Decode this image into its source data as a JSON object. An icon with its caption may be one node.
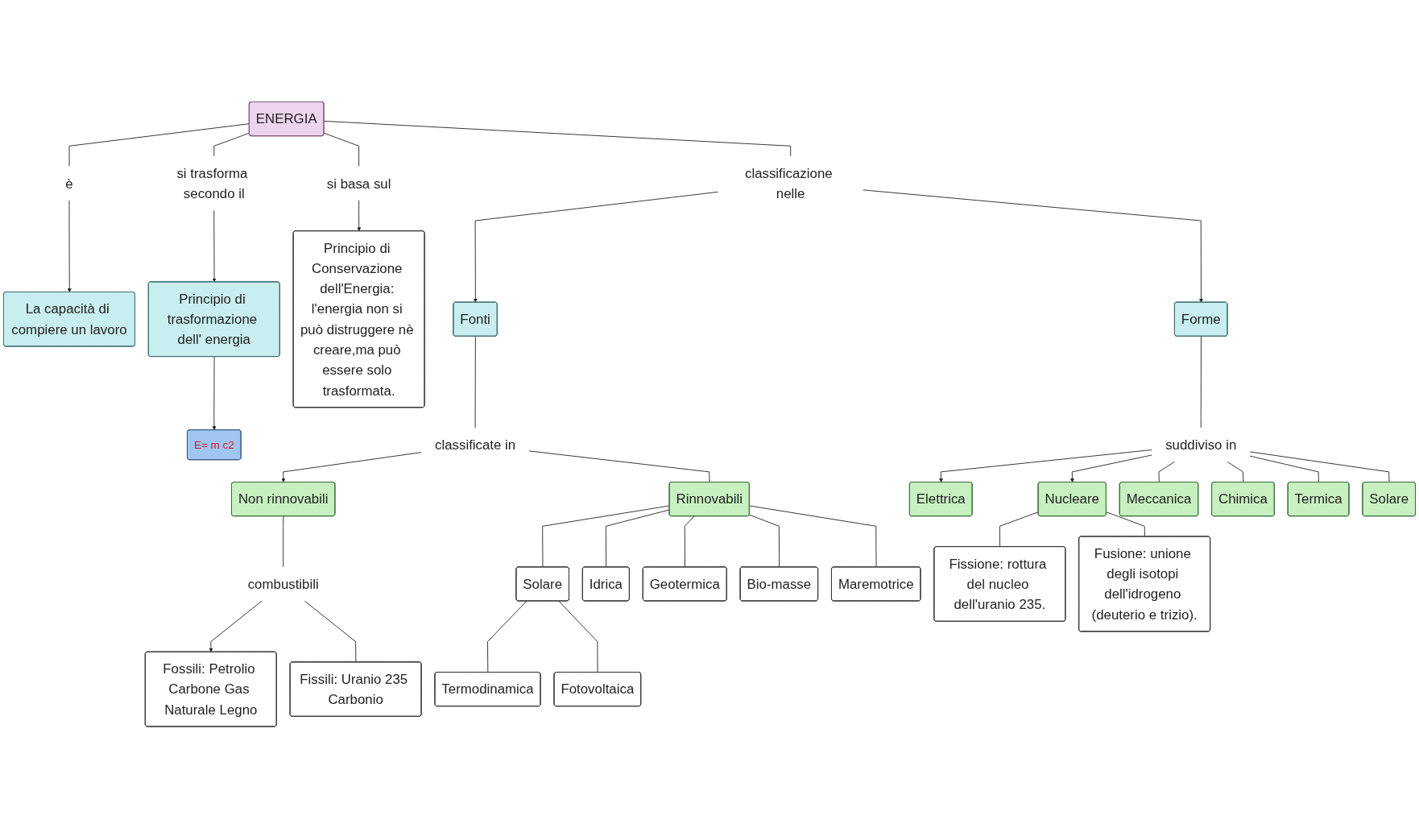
{
  "diagram": {
    "nodes": [
      {
        "text": [
          "ENERGIA"
        ]
      },
      {
        "text": [
          "La capacità di compiere un lavoro"
        ]
      },
      {
        "text": [
          "Principio di trasformazione dell' energia"
        ]
      },
      {
        "text": [
          "E= m c2"
        ]
      },
      {
        "text": [
          "Principio di Conservazione dell'Energia: l'energia non si può distruggere nè creare,ma può essere solo trasformata."
        ]
      },
      {
        "text": [
          "Fonti"
        ]
      },
      {
        "text": [
          "Forme"
        ]
      },
      {
        "text": [
          "Non rinnovabili"
        ]
      },
      {
        "text": [
          "Rinnovabili"
        ]
      },
      {
        "text": [
          "Fossili: Petrolio Carbone Gas Naturale Legno"
        ]
      },
      {
        "text": [
          "Fissili: Uranio 235 Carbonio"
        ]
      },
      {
        "text": [
          "Solare"
        ]
      },
      {
        "text": [
          "Idrica"
        ]
      },
      {
        "text": [
          "Geotermica"
        ]
      },
      {
        "text": [
          "Bio-masse"
        ]
      },
      {
        "text": [
          "Maremotrice"
        ]
      },
      {
        "text": [
          "Termodinamica"
        ]
      },
      {
        "text": [
          "Fotovoltaica"
        ]
      },
      {
        "text": [
          "Elettrica"
        ]
      },
      {
        "text": [
          "Nucleare"
        ]
      },
      {
        "text": [
          "Meccanica"
        ]
      },
      {
        "text": [
          "Chimica"
        ]
      },
      {
        "text": [
          "Termica"
        ]
      },
      {
        "text": [
          "Solare"
        ]
      },
      {
        "text": [
          "Fissione: rottura del nucleo dell'uranio 235."
        ]
      },
      {
        "text": [
          "Fusione: unione degli isotopi dell'idrogeno (deuterio e trizio)."
        ]
      },
      {
        "text": [
          "è"
        ]
      },
      {
        "text": [
          "si trasforma secondo il"
        ]
      },
      {
        "text": [
          "si basa sul"
        ]
      },
      {
        "text": [
          "classificazione nelle"
        ]
      },
      {
        "text": [
          "classificate in"
        ]
      },
      {
        "text": [
          "suddiviso in"
        ]
      },
      {
        "text": [
          "combustibili"
        ]
      }
    ],
    "edges": [
      {
        "from": 0,
        "to": 26,
        "arrow": "none"
      },
      {
        "from": 26,
        "to": 1,
        "arrow": "to"
      },
      {
        "from": 0,
        "to": 27,
        "arrow": "none"
      },
      {
        "from": 27,
        "to": 2,
        "arrow": "to"
      },
      {
        "from": 2,
        "to": 3,
        "arrow": "to"
      },
      {
        "from": 0,
        "to": 28,
        "arrow": "none"
      },
      {
        "from": 28,
        "to": 4,
        "arrow": "to"
      },
      {
        "from": 0,
        "to": 29,
        "arrow": "none"
      },
      {
        "from": 29,
        "to": 5,
        "arrow": "to"
      },
      {
        "from": 29,
        "to": 6,
        "arrow": "to"
      },
      {
        "from": 5,
        "to": 30,
        "arrow": "none"
      },
      {
        "from": 30,
        "to": 7,
        "arrow": "to"
      },
      {
        "from": 30,
        "to": 8,
        "arrow": "none"
      },
      {
        "from": 7,
        "to": 32,
        "arrow": "none"
      },
      {
        "from": 32,
        "to": 9,
        "arrow": "to"
      },
      {
        "from": 32,
        "to": 10,
        "arrow": "none"
      },
      {
        "from": 8,
        "to": 11,
        "arrow": "none"
      },
      {
        "from": 8,
        "to": 12,
        "arrow": "none"
      },
      {
        "from": 8,
        "to": 13,
        "arrow": "none"
      },
      {
        "from": 8,
        "to": 14,
        "arrow": "none"
      },
      {
        "from": 8,
        "to": 15,
        "arrow": "none"
      },
      {
        "from": 11,
        "to": 16,
        "arrow": "none"
      },
      {
        "from": 11,
        "to": 17,
        "arrow": "none"
      },
      {
        "from": 6,
        "to": 31,
        "arrow": "none"
      },
      {
        "from": 31,
        "to": 18,
        "arrow": "to"
      },
      {
        "from": 31,
        "to": 19,
        "arrow": "to"
      },
      {
        "from": 31,
        "to": 20,
        "arrow": "none"
      },
      {
        "from": 31,
        "to": 21,
        "arrow": "none"
      },
      {
        "from": 31,
        "to": 22,
        "arrow": "none"
      },
      {
        "from": 31,
        "to": 23,
        "arrow": "none"
      },
      {
        "from": 19,
        "to": 24,
        "arrow": "none"
      },
      {
        "from": 19,
        "to": 25,
        "arrow": "none"
      }
    ]
  }
}
